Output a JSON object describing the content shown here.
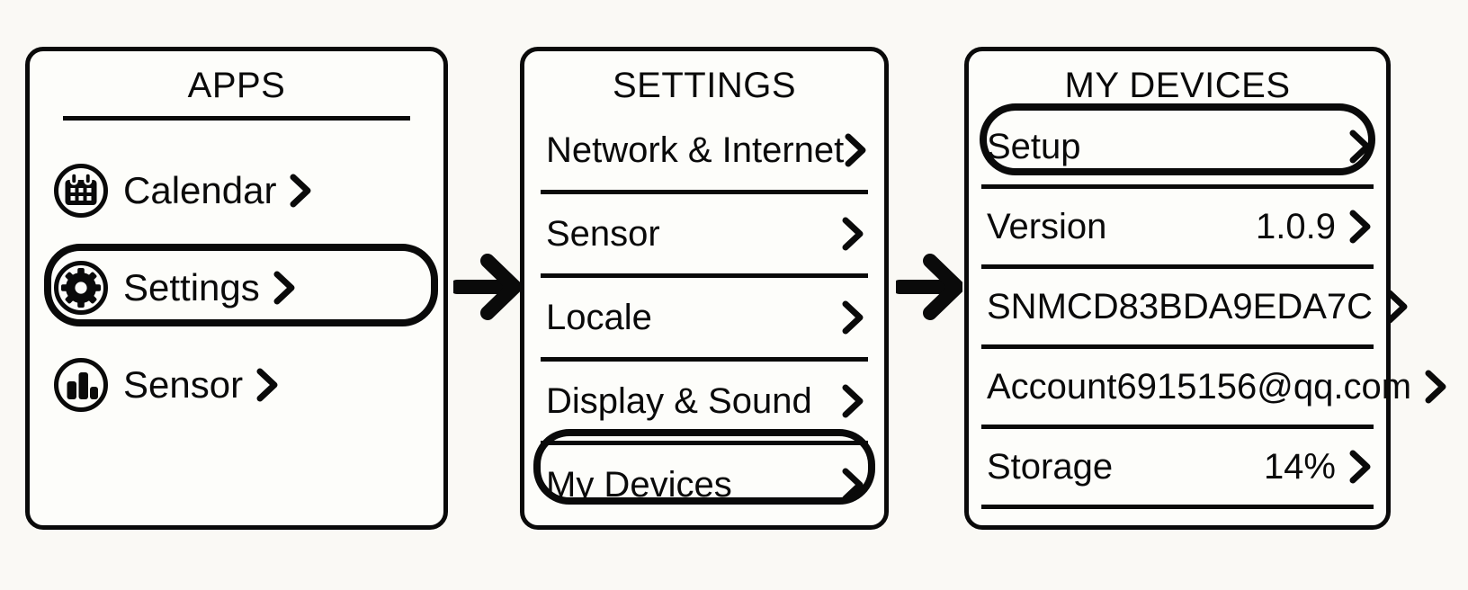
{
  "background_color": "#faf9f5",
  "ink_color": "#0a0a0a",
  "flow": {
    "arrow_1": "arrow-right-icon",
    "arrow_2": "arrow-right-icon"
  },
  "panels": [
    {
      "id": "apps",
      "title": "APPS",
      "has_title_underline": true,
      "items": [
        {
          "label": "Calendar",
          "icon": "calendar-icon",
          "chevron": "chevron-right-icon",
          "selected": false
        },
        {
          "label": "Settings",
          "icon": "gear-icon",
          "chevron": "chevron-right-icon",
          "selected": true
        },
        {
          "label": "Sensor",
          "icon": "bar-chart-icon",
          "chevron": "chevron-right-icon",
          "selected": false
        }
      ]
    },
    {
      "id": "settings",
      "title": "SETTINGS",
      "has_title_underline": false,
      "items": [
        {
          "label": "Network & Internet",
          "chevron": "chevron-right-icon",
          "selected": false
        },
        {
          "label": "Sensor",
          "chevron": "chevron-right-icon",
          "selected": false
        },
        {
          "label": "Locale",
          "chevron": "chevron-right-icon",
          "selected": false
        },
        {
          "label": "Display & Sound",
          "chevron": "chevron-right-icon",
          "selected": false
        },
        {
          "label": "My Devices",
          "chevron": "chevron-right-icon",
          "selected": true
        }
      ]
    },
    {
      "id": "devices",
      "title": "MY DEVICES",
      "has_title_underline": false,
      "items": [
        {
          "label": "Setup",
          "value": "",
          "chevron": "chevron-right-icon",
          "selected": true
        },
        {
          "label": "Version",
          "value": "1.0.9",
          "chevron": "chevron-right-icon",
          "selected": false
        },
        {
          "label": "SN",
          "value": "MCD83BDA9EDA7C",
          "chevron": "chevron-right-icon",
          "selected": false
        },
        {
          "label": "Account",
          "value": "6915156@qq.com",
          "chevron": "chevron-right-icon",
          "selected": false
        },
        {
          "label": "Storage",
          "value": "14%",
          "chevron": "chevron-right-icon",
          "selected": false
        }
      ]
    }
  ]
}
